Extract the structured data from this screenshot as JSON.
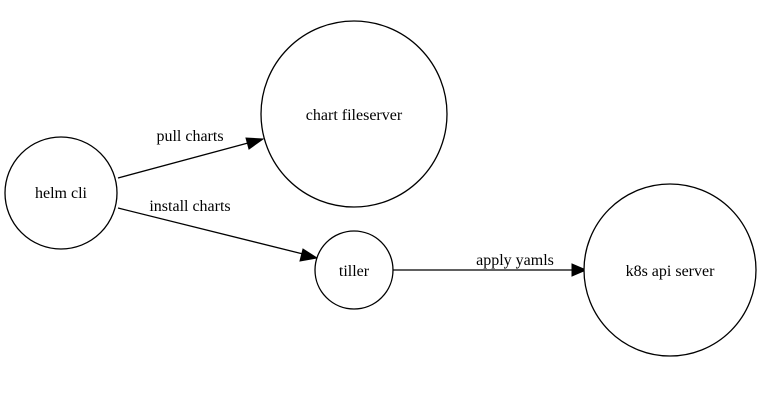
{
  "diagram": {
    "nodes": [
      {
        "id": "helm-cli",
        "label": "helm cli"
      },
      {
        "id": "chart-fileserver",
        "label": "chart fileserver"
      },
      {
        "id": "tiller",
        "label": "tiller"
      },
      {
        "id": "k8s-api-server",
        "label": "k8s api server"
      }
    ],
    "edges": [
      {
        "from": "helm-cli",
        "to": "chart-fileserver",
        "label": "pull charts"
      },
      {
        "from": "helm-cli",
        "to": "tiller",
        "label": "install charts"
      },
      {
        "from": "tiller",
        "to": "k8s-api-server",
        "label": "apply yamls"
      }
    ]
  }
}
